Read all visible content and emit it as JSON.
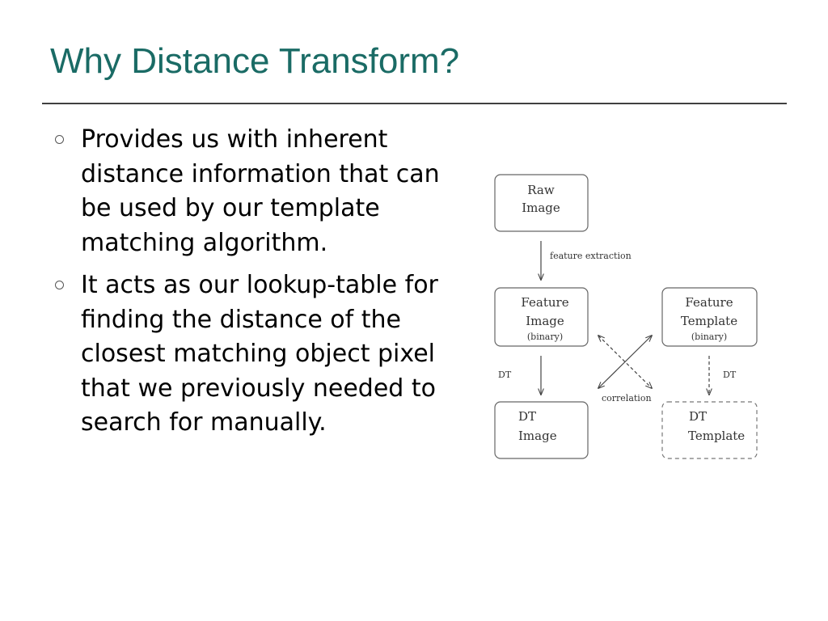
{
  "slide": {
    "title": "Why Distance Transform?",
    "title_color": "#1a6b65",
    "bullets": [
      "Provides us with inherent distance information that can be used by our template matching algorithm.",
      "It acts as our lookup-table for finding the distance of the closest matching object pixel that we previously needed to search for manually."
    ]
  },
  "diagram": {
    "raw_image": [
      "Raw",
      "Image"
    ],
    "feature_image": [
      "Feature",
      "Image",
      "(binary)"
    ],
    "feature_template": [
      "Feature",
      "Template",
      "(binary)"
    ],
    "dt_image": [
      "DT",
      "Image"
    ],
    "dt_template": [
      "DT",
      "Template"
    ],
    "label_feature_extraction": "feature extraction",
    "label_dt_left": "DT",
    "label_dt_right": "DT",
    "label_correlation": "correlation"
  }
}
